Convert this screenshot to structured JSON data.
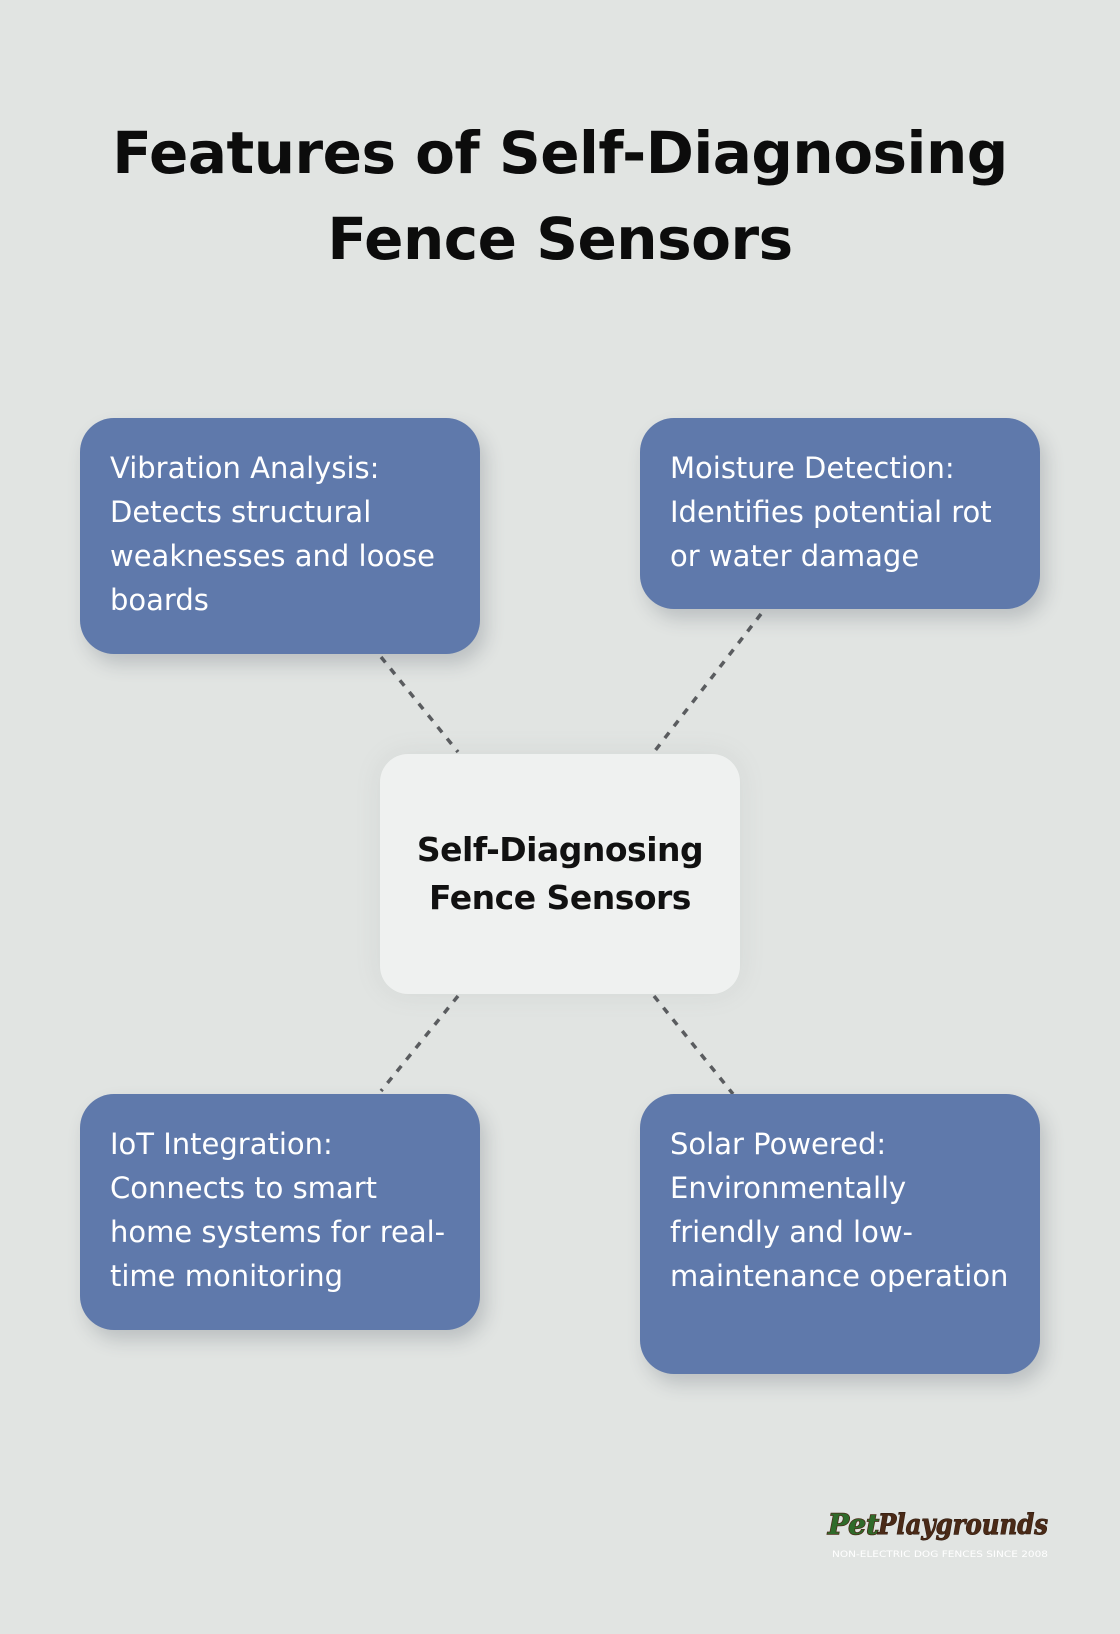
{
  "title_line1": "Features of Self-Diagnosing",
  "title_line2": "Fence Sensors",
  "center": {
    "line1": "Self-Diagnosing",
    "line2": "Fence Sensors"
  },
  "features": [
    {
      "text": "Vibration Analysis: Detects structural weaknesses and loose boards"
    },
    {
      "text": "Moisture Detection: Identifies potential rot or water damage"
    },
    {
      "text": "IoT Integration: Connects to smart home systems for real-time monitoring"
    },
    {
      "text": "Solar Powered: Environmentally friendly and low-maintenance operation"
    }
  ],
  "logo": {
    "word1": "Pet",
    "word2": "Playgrounds",
    "tagline": "NON-ELECTRIC DOG FENCES SINCE 2008"
  },
  "colors": {
    "background": "#e1e4e2",
    "feature_box": "#5f79ab",
    "center_box": "#eff1f0",
    "logo_green": "#2f6b2a",
    "logo_brown": "#4a2a17"
  }
}
